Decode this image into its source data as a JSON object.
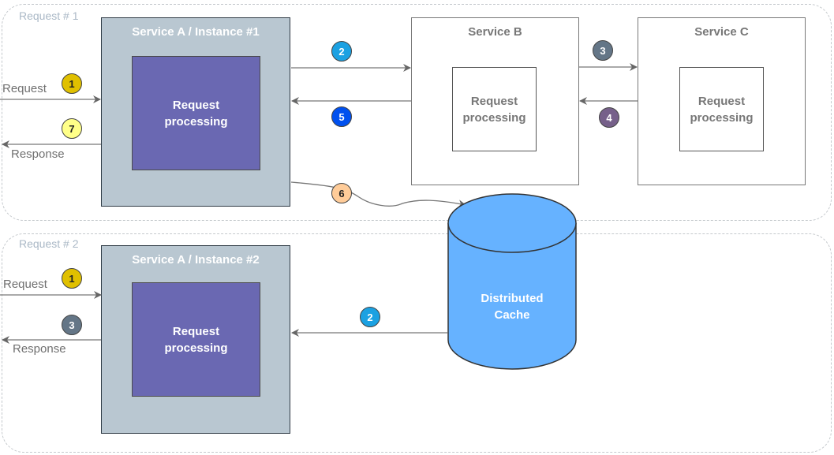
{
  "groups": [
    {
      "label": "Request # 1"
    },
    {
      "label": "Request # 2"
    }
  ],
  "service_a1": {
    "title": "Service A / Instance #1",
    "processing": "Request processing"
  },
  "service_a2": {
    "title": "Service A / Instance #2",
    "processing": "Request processing"
  },
  "service_b": {
    "title": "Service B",
    "processing": "Request processing"
  },
  "service_c": {
    "title": "Service C",
    "processing": "Request processing"
  },
  "cache": {
    "label": "Distributed Cache"
  },
  "request1": {
    "request_label": "Request",
    "response_label": "Response"
  },
  "request2": {
    "request_label": "Request",
    "response_label": "Response"
  },
  "badges_r1": [
    {
      "num": "1",
      "color": "#e0c000",
      "text_color": "#222222"
    },
    {
      "num": "2",
      "color": "#1ba1e2",
      "text_color": "#ffffff"
    },
    {
      "num": "3",
      "color": "#647687",
      "text_color": "#ffffff"
    },
    {
      "num": "4",
      "color": "#76608a",
      "text_color": "#ffffff"
    },
    {
      "num": "5",
      "color": "#0050ef",
      "text_color": "#ffffff"
    },
    {
      "num": "6",
      "color": "#ffcc99",
      "text_color": "#222222"
    },
    {
      "num": "7",
      "color": "#ffff88",
      "text_color": "#222222"
    }
  ],
  "badges_r2": [
    {
      "num": "1",
      "color": "#e0c000",
      "text_color": "#222222"
    },
    {
      "num": "2",
      "color": "#1ba1e2",
      "text_color": "#ffffff"
    },
    {
      "num": "3",
      "color": "#647687",
      "text_color": "#ffffff"
    }
  ]
}
